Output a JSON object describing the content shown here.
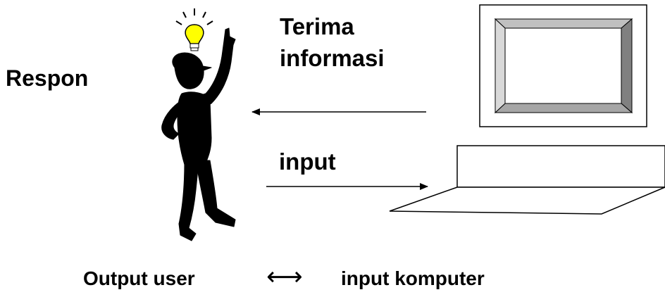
{
  "labels": {
    "respon": "Respon",
    "terima_line1": "Terima",
    "terima_line2": "informasi",
    "input": "input",
    "output_user": "Output user",
    "double_arrow": "⟷",
    "input_komputer": "input komputer"
  },
  "icons": {
    "person": "thinking-person-icon",
    "lightbulb": "lightbulb-icon",
    "monitor": "monitor-icon",
    "keyboard": "keyboard-icon"
  },
  "colors": {
    "lightbulb": "#FFFF00",
    "monitor_bezel": "#C0C0C0",
    "monitor_bezel_dark": "#808080",
    "ink": "#000000",
    "background": "#FFFFFF"
  }
}
